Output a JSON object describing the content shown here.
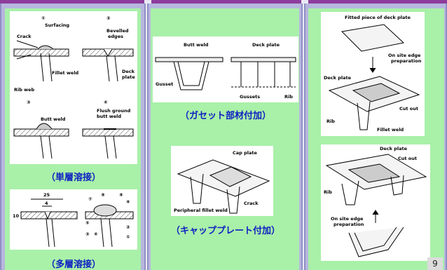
{
  "panel1": {
    "fig_a": {
      "labels": {
        "n1": "①",
        "n2": "②",
        "n3": "③",
        "n4": "④",
        "surfacing": "Surfacing",
        "crack": "Crack",
        "bevelled": "Bevelled",
        "edges": "edges",
        "fillet": "Fillet weld",
        "deck": "Deck",
        "plate": "plate",
        "rib_web": "Rib web",
        "butt": "Butt weld",
        "flush": "Flush ground",
        "butt2": "butt weld"
      },
      "caption": "（単層溶接）"
    },
    "fig_b": {
      "labels": {
        "d25": "25",
        "d4": "4",
        "d10": "10",
        "c1": "①",
        "c2": "②",
        "c3": "③",
        "c4": "④",
        "c5": "⑤",
        "c6": "⑥",
        "c7": "⑦",
        "c8": "⑧",
        "c9": "⑨"
      },
      "caption": "（多層溶接）"
    }
  },
  "panel2": {
    "fig_a": {
      "labels": {
        "butt": "Butt weld",
        "deck": "Deck plate",
        "gusset": "Gusset",
        "gussets": "Gussets",
        "rib": "Rib"
      },
      "caption": "（ガセット部材付加）"
    },
    "fig_b": {
      "labels": {
        "cap": "Cap plate",
        "peripheral": "Peripheral fillet weld",
        "crack": "Crack"
      },
      "caption": "（キャッププレート付加）"
    }
  },
  "panel3": {
    "fig_a": {
      "labels": {
        "fitted": "Fitted piece of deck plate",
        "onsite1": "On site edge",
        "prep1": "preparation",
        "deck": "Deck plate",
        "cut": "Cut out",
        "rib": "Rib",
        "fillet": "Fillet  weld"
      }
    },
    "fig_b": {
      "labels": {
        "deck": "Deck plate",
        "cut": "Cut out",
        "rib": "Rib",
        "onsite": "On site edge",
        "prep": "preparation"
      }
    }
  },
  "page_number": "9",
  "colors": {
    "purple_bar": "#8d3c9c",
    "column": "#b7b6de",
    "panel": "#a9f0a9",
    "caption": "#0f20c2"
  }
}
